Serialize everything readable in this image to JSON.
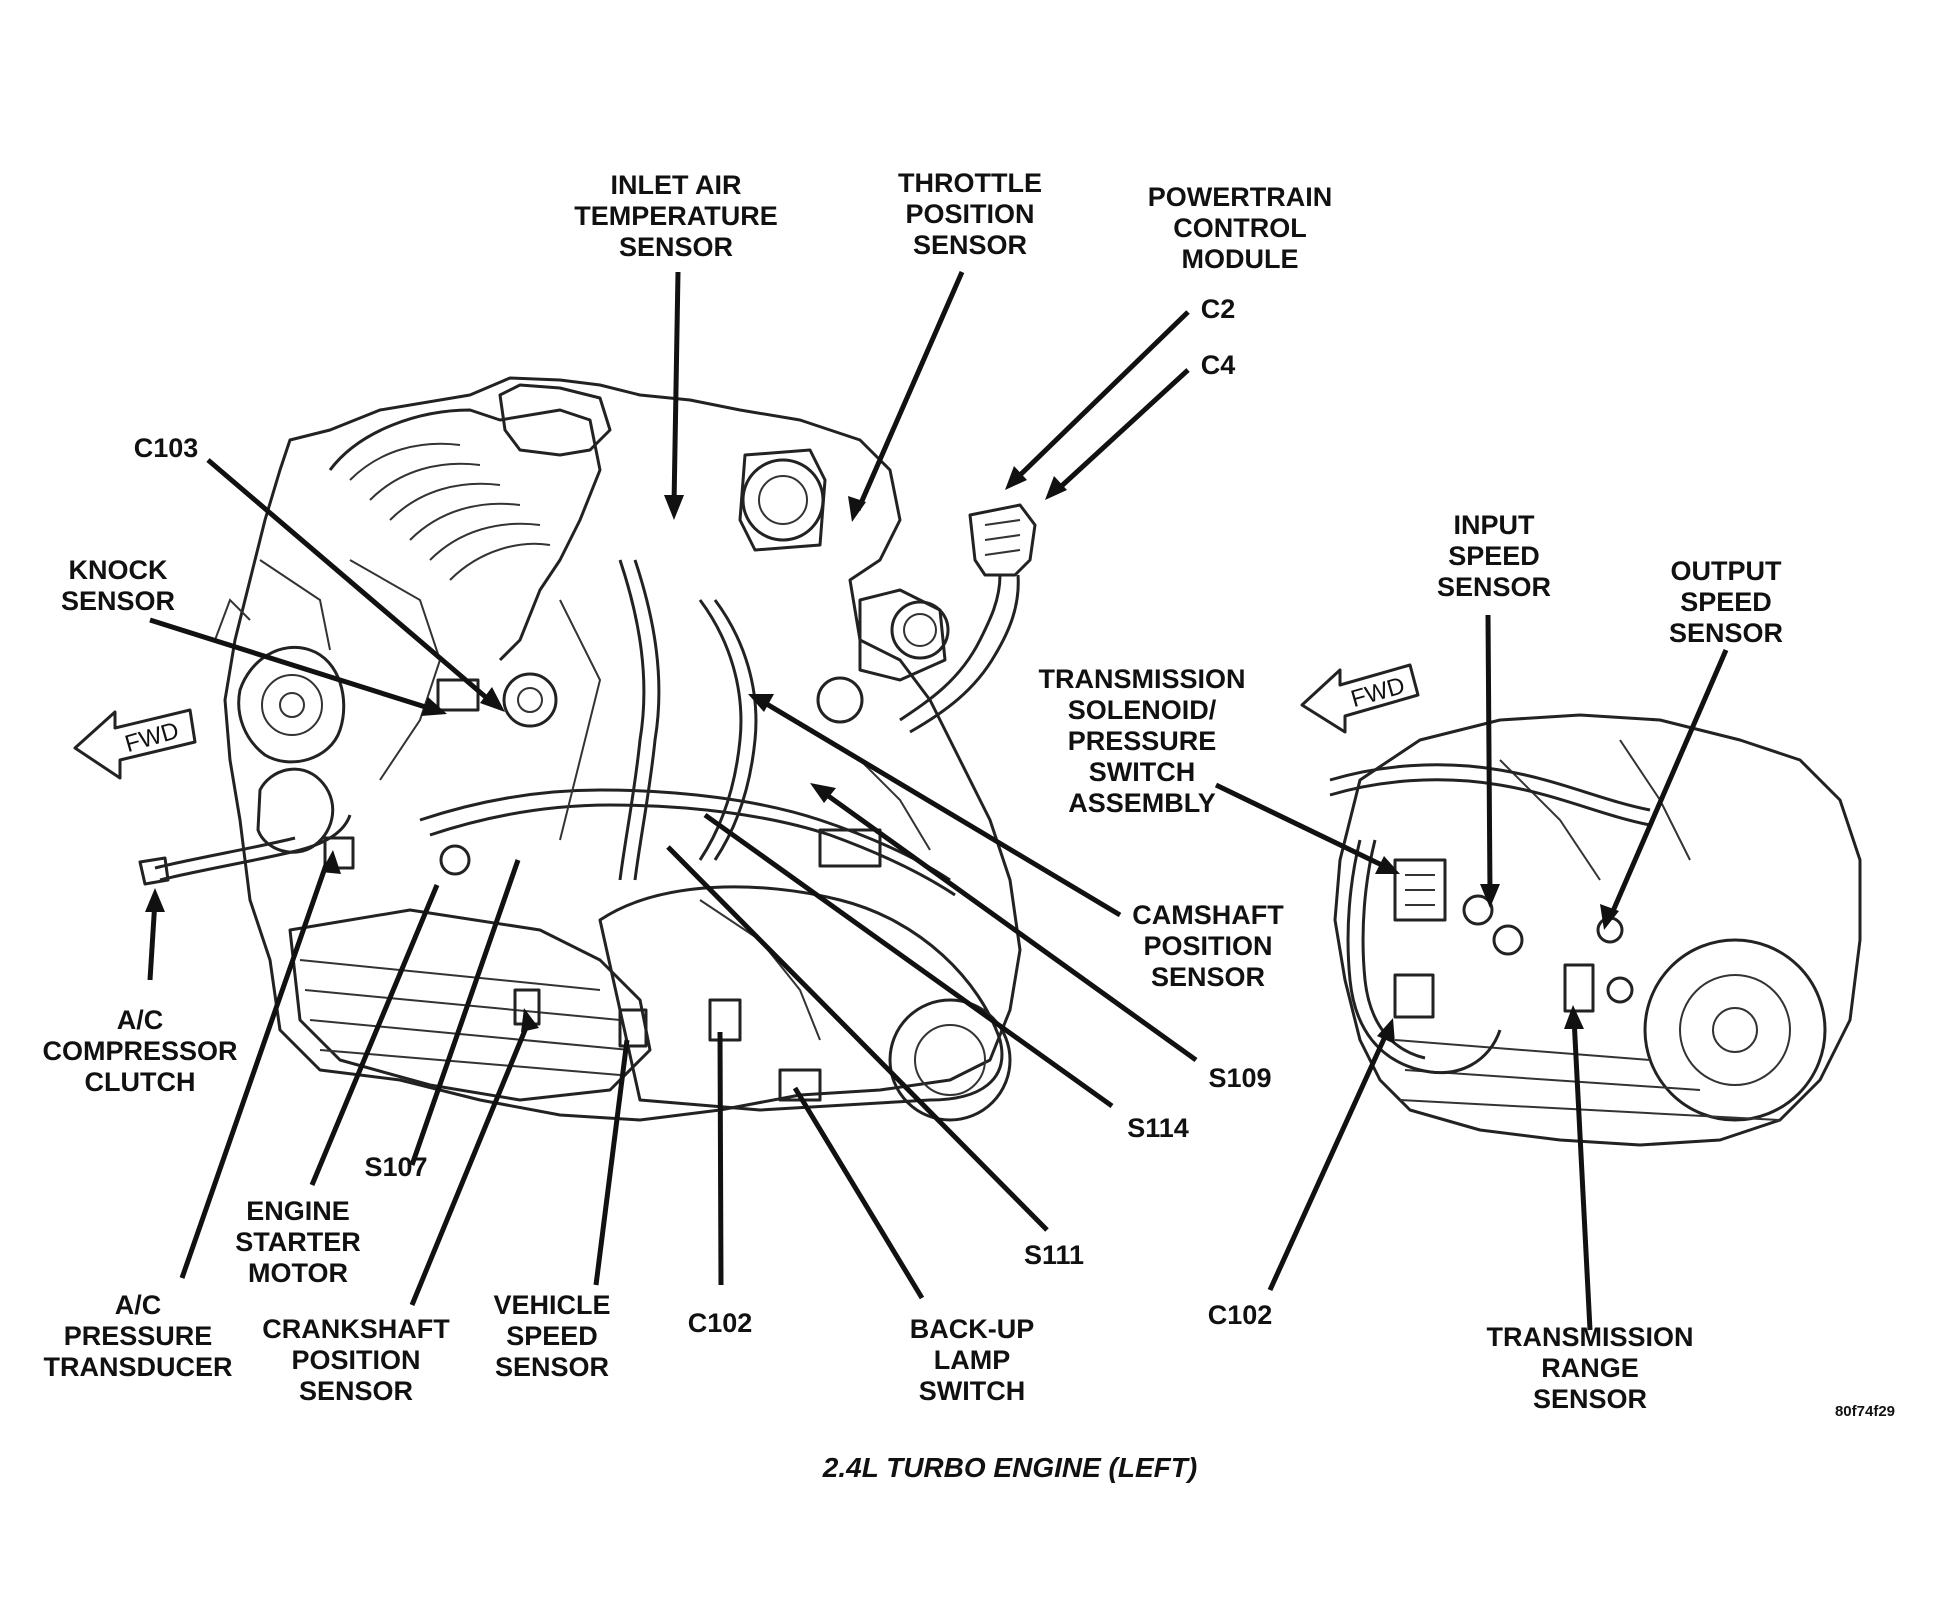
{
  "labels": {
    "inlet_air_temperature_sensor": [
      "INLET AIR",
      "TEMPERATURE",
      "SENSOR"
    ],
    "throttle_position_sensor": [
      "THROTTLE",
      "POSITION",
      "SENSOR"
    ],
    "powertrain_control_module": [
      "POWERTRAIN",
      "CONTROL",
      "MODULE"
    ],
    "c2": "C2",
    "c4": "C4",
    "c103": "C103",
    "knock_sensor": [
      "KNOCK",
      "SENSOR"
    ],
    "transmission_solenoid": [
      "TRANSMISSION",
      "SOLENOID/",
      "PRESSURE",
      "SWITCH",
      "ASSEMBLY"
    ],
    "input_speed_sensor": [
      "INPUT",
      "SPEED",
      "SENSOR"
    ],
    "output_speed_sensor": [
      "OUTPUT",
      "SPEED",
      "SENSOR"
    ],
    "camshaft_position_sensor": [
      "CAMSHAFT",
      "POSITION",
      "SENSOR"
    ],
    "ac_compressor_clutch": [
      "A/C",
      "COMPRESSOR",
      "CLUTCH"
    ],
    "s109": "S109",
    "s114": "S114",
    "s107": "S107",
    "s111": "S111",
    "engine_starter_motor": [
      "ENGINE",
      "STARTER",
      "MOTOR"
    ],
    "ac_pressure_transducer": [
      "A/C",
      "PRESSURE",
      "TRANSDUCER"
    ],
    "crankshaft_position_sensor": [
      "CRANKSHAFT",
      "POSITION",
      "SENSOR"
    ],
    "vehicle_speed_sensor": [
      "VEHICLE",
      "SPEED",
      "SENSOR"
    ],
    "c102_engine": "C102",
    "backup_lamp_switch": [
      "BACK-UP",
      "LAMP",
      "SWITCH"
    ],
    "c102_transmission": "C102",
    "transmission_range_sensor": [
      "TRANSMISSION",
      "RANGE",
      "SENSOR"
    ],
    "fwd_left": "FWD",
    "fwd_right": "FWD"
  },
  "figure_id": "80f74f29",
  "caption": "2.4L TURBO ENGINE (LEFT)"
}
